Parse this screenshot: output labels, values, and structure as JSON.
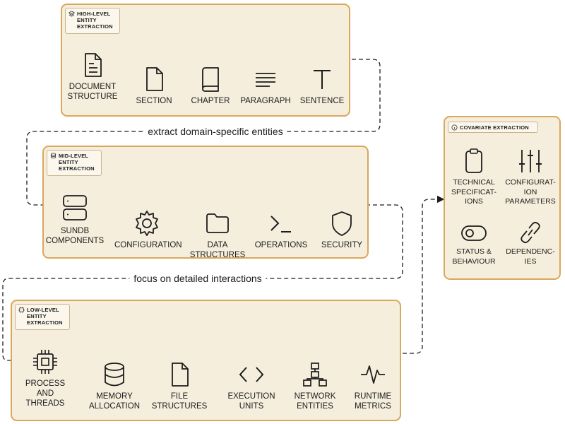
{
  "high_level": {
    "title": "HIGH-LEVEL\nENTITY\nEXTRACTION",
    "nodes": [
      {
        "label": "DOCUMENT\nSTRUCTURE",
        "icon": "document-icon"
      },
      {
        "label": "SECTION",
        "icon": "file-icon"
      },
      {
        "label": "CHAPTER",
        "icon": "book-icon"
      },
      {
        "label": "PARAGRAPH",
        "icon": "paragraph-lines-icon"
      },
      {
        "label": "SENTENCE",
        "icon": "text-t-icon"
      }
    ]
  },
  "band1": "extract domain-specific entities",
  "mid_level": {
    "title": "MID-LEVEL\nENTITY\nEXTRACTION",
    "nodes": [
      {
        "label": "SUNDB\nCOMPONENTS",
        "icon": "server-icon"
      },
      {
        "label": "CONFIGURATION",
        "icon": "gear-icon"
      },
      {
        "label": "DATA STRUCTURES",
        "icon": "folder-icon"
      },
      {
        "label": "OPERATIONS",
        "icon": "terminal-icon"
      },
      {
        "label": "SECURITY",
        "icon": "shield-icon"
      }
    ]
  },
  "band2": "focus on detailed interactions",
  "low_level": {
    "title": "LOW-LEVEL\nENTITY\nEXTRACTION",
    "nodes": [
      {
        "label": "PROCESS\nAND\nTHREADS",
        "icon": "cpu-icon"
      },
      {
        "label": "MEMORY\nALLOCATION",
        "icon": "database-icon"
      },
      {
        "label": "FILE\nSTRUCTURES",
        "icon": "file-icon"
      },
      {
        "label": "EXECUTION\nUNITS",
        "icon": "code-brackets-icon"
      },
      {
        "label": "NETWORK\nENTITIES",
        "icon": "network-icon"
      },
      {
        "label": "RUNTIME\nMETRICS",
        "icon": "pulse-icon"
      }
    ]
  },
  "covariate": {
    "title": "COVARIATE EXTRACTION",
    "items": [
      {
        "label": "TECHNICAL\nSPECIFICAT-\nIONS",
        "icon": "clipboard-icon"
      },
      {
        "label": "CONFIGURAT-\nION\nPARAMETERS",
        "icon": "sliders-icon"
      },
      {
        "label": "STATUS &\nBEHAVIOUR",
        "icon": "toggle-icon"
      },
      {
        "label": "DEPENDENC-\nIES",
        "icon": "link-icon"
      }
    ]
  },
  "colors": {
    "panel_fill": "#f5eedd",
    "panel_border": "#d9a85a",
    "line": "#1c1c1c"
  }
}
